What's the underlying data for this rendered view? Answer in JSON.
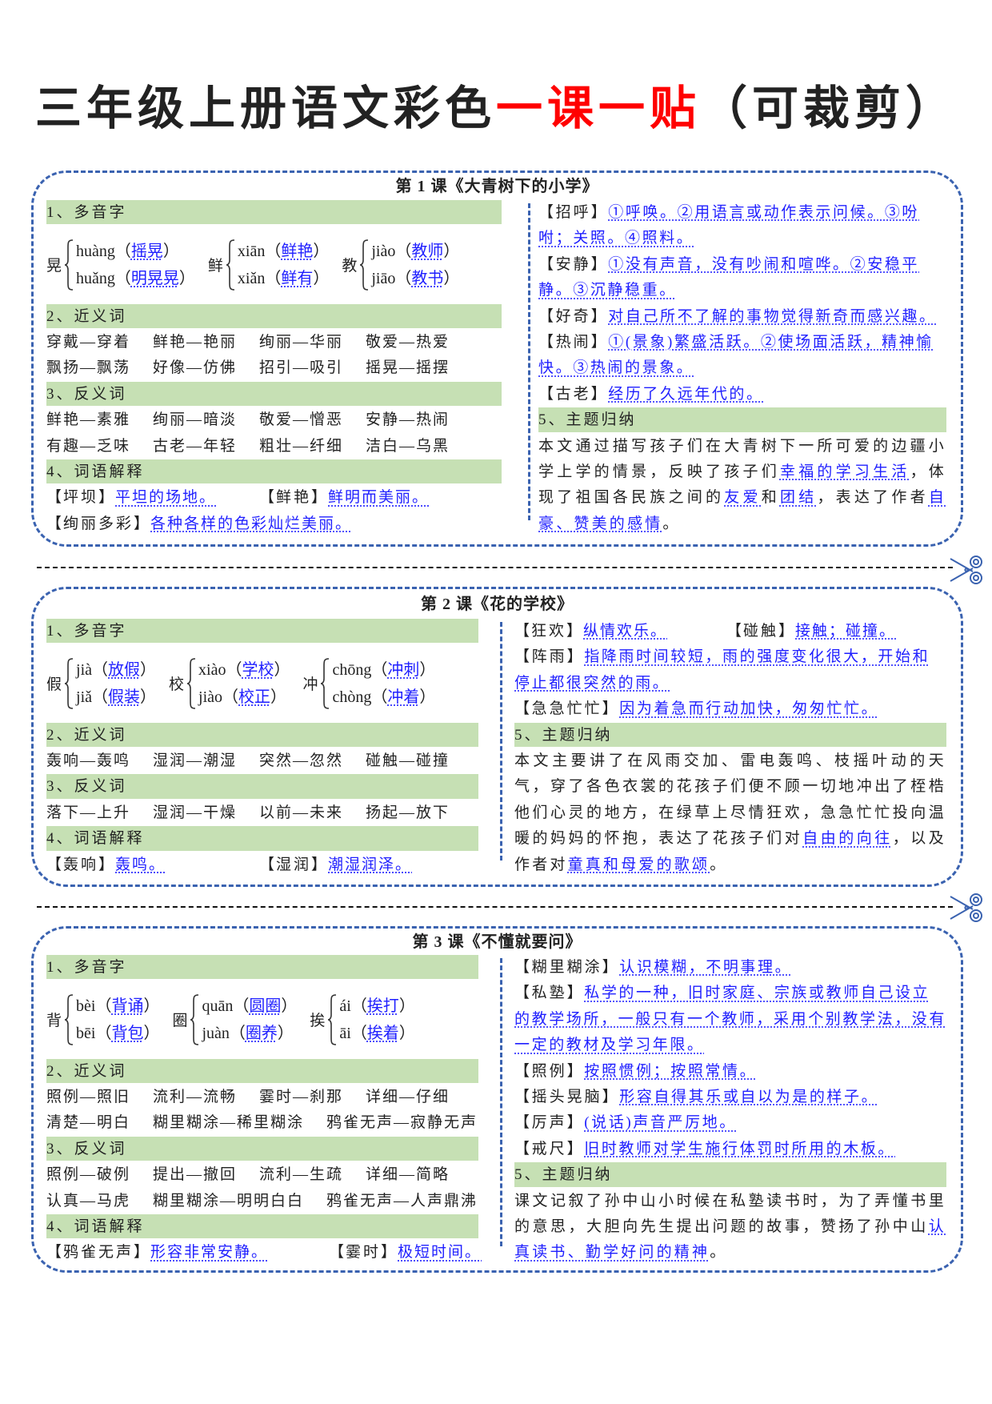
{
  "title": {
    "part1": "三年级上册语文彩色",
    "part2": "一课一贴",
    "part3": "（可裁剪）"
  },
  "colors": {
    "accent_red": "#ff0000",
    "border_blue": "#3a62b0",
    "header_green": "#c6e0b4",
    "answer_blue": "#1f1fff"
  },
  "section_labels": {
    "polyphone": "1、多音字",
    "synonyms": "2、近义词",
    "antonyms": "3、反义词",
    "definitions": "4、词语解释",
    "theme": "5、主题归纳"
  },
  "lessons": [
    {
      "title": "第 1 课《大青树下的小学》",
      "polyphones": [
        {
          "char": "晃",
          "readings": [
            {
              "pinyin": "huàng",
              "word": "摇晃"
            },
            {
              "pinyin": "huǎng",
              "word": "明晃晃"
            }
          ]
        },
        {
          "char": "鲜",
          "readings": [
            {
              "pinyin": "xiān",
              "word": "鲜艳"
            },
            {
              "pinyin": "xiǎn",
              "word": "鲜有"
            }
          ]
        },
        {
          "char": "教",
          "readings": [
            {
              "pinyin": "jiào",
              "word": "教师"
            },
            {
              "pinyin": "jiāo",
              "word": "教书"
            }
          ]
        }
      ],
      "synonyms": [
        [
          "穿戴—穿着",
          "鲜艳—艳丽",
          "绚丽—华丽",
          "敬爱—热爱"
        ],
        [
          "飘扬—飘荡",
          "好像—仿佛",
          "招引—吸引",
          "摇晃—摇摆"
        ]
      ],
      "antonyms": [
        [
          "鲜艳—素雅",
          "绚丽—暗淡",
          "敬爱—憎恶",
          "安静—热闹"
        ],
        [
          "有趣—乏味",
          "古老—年轻",
          "粗壮—纤细",
          "洁白—乌黑"
        ]
      ],
      "definitions_left": [
        [
          {
            "term": "坪坝",
            "meaning": "平坦的场地。"
          },
          {
            "term": "鲜艳",
            "meaning": "鲜明而美丽。"
          }
        ],
        [
          {
            "term": "绚丽多彩",
            "meaning": "各种各样的色彩灿烂美丽。"
          }
        ]
      ],
      "definitions_right": [
        [
          {
            "term": "招呼",
            "meaning": "①呼唤。②用语言或动作表示问候。③吩咐；关照。④照料。"
          }
        ],
        [
          {
            "term": "安静",
            "meaning": "①没有声音，没有吵闹和喧哗。②安稳平静。③沉静稳重。"
          }
        ],
        [
          {
            "term": "好奇",
            "meaning": "对自己所不了解的事物觉得新奇而感兴趣。"
          }
        ],
        [
          {
            "term": "热闹",
            "meaning": "①(景象)繁盛活跃。②使场面活跃，精神愉快。③热闹的景象。"
          }
        ],
        [
          {
            "term": "古老",
            "meaning": "经历了久远年代的。"
          }
        ]
      ],
      "theme": [
        {
          "text": "本文通过描写孩子们在大青树下一所可爱的边疆小学上学的情景，反映了孩子们",
          "hl": false
        },
        {
          "text": "幸福的学习生活",
          "hl": true
        },
        {
          "text": "，体现了祖国各民族之间的",
          "hl": false
        },
        {
          "text": "友爱",
          "hl": true
        },
        {
          "text": "和",
          "hl": false
        },
        {
          "text": "团结",
          "hl": true
        },
        {
          "text": "，表达了作者",
          "hl": false
        },
        {
          "text": "自豪、赞美的感情",
          "hl": true
        },
        {
          "text": "。",
          "hl": false
        }
      ]
    },
    {
      "title": "第 2 课《花的学校》",
      "polyphones": [
        {
          "char": "假",
          "readings": [
            {
              "pinyin": "jià",
              "word": "放假"
            },
            {
              "pinyin": "jiǎ",
              "word": "假装"
            }
          ]
        },
        {
          "char": "校",
          "readings": [
            {
              "pinyin": "xiào",
              "word": "学校"
            },
            {
              "pinyin": "jiào",
              "word": "校正"
            }
          ]
        },
        {
          "char": "冲",
          "readings": [
            {
              "pinyin": "chōng",
              "word": "冲刺"
            },
            {
              "pinyin": "chòng",
              "word": "冲着"
            }
          ]
        }
      ],
      "synonyms": [
        [
          "轰响—轰鸣",
          "湿润—潮湿",
          "突然—忽然",
          "碰触—碰撞"
        ]
      ],
      "antonyms": [
        [
          "落下—上升",
          "湿润—干燥",
          "以前—未来",
          "扬起—放下"
        ]
      ],
      "definitions_left": [
        [
          {
            "term": "轰响",
            "meaning": "轰鸣。"
          },
          {
            "term": "湿润",
            "meaning": "潮湿润泽。"
          }
        ]
      ],
      "definitions_right": [
        [
          {
            "term": "狂欢",
            "meaning": "纵情欢乐。"
          },
          {
            "term": "碰触",
            "meaning": "接触；碰撞。"
          }
        ],
        [
          {
            "term": "阵雨",
            "meaning": "指降雨时间较短，雨的强度变化很大，开始和停止都很突然的雨。"
          }
        ],
        [
          {
            "term": "急急忙忙",
            "meaning": "因为着急而行动加快，匆匆忙忙。"
          }
        ]
      ],
      "theme": [
        {
          "text": "本文主要讲了在风雨交加、雷电轰鸣、枝摇叶动的天气，穿了各色衣裳的花孩子们便不顾一切地冲出了桎梏他们心灵的地方，在绿草上尽情狂欢，急急忙忙投向温暖的妈妈的怀抱，表达了花孩子们对",
          "hl": false
        },
        {
          "text": "自由的向往",
          "hl": true
        },
        {
          "text": "，以及作者对",
          "hl": false
        },
        {
          "text": "童真和母爱的歌颂",
          "hl": true
        },
        {
          "text": "。",
          "hl": false
        }
      ]
    },
    {
      "title": "第 3 课《不懂就要问》",
      "polyphones": [
        {
          "char": "背",
          "readings": [
            {
              "pinyin": "bèi",
              "word": "背诵"
            },
            {
              "pinyin": "bēi",
              "word": "背包"
            }
          ]
        },
        {
          "char": "圈",
          "readings": [
            {
              "pinyin": "quān",
              "word": "圆圈"
            },
            {
              "pinyin": "juàn",
              "word": "圈养"
            }
          ]
        },
        {
          "char": "挨",
          "readings": [
            {
              "pinyin": "ái",
              "word": "挨打"
            },
            {
              "pinyin": "āi",
              "word": "挨着"
            }
          ]
        }
      ],
      "synonyms": [
        [
          "照例—照旧",
          "流利—流畅",
          "霎时—刹那",
          "详细—仔细"
        ],
        [
          "清楚—明白",
          "糊里糊涂—稀里糊涂",
          "鸦雀无声—寂静无声"
        ]
      ],
      "antonyms": [
        [
          "照例—破例",
          "提出—撤回",
          "流利—生疏",
          "详细—简略"
        ],
        [
          "认真—马虎",
          "糊里糊涂—明明白白",
          "鸦雀无声—人声鼎沸"
        ]
      ],
      "definitions_left": [
        [
          {
            "term": "鸦雀无声",
            "meaning": "形容非常安静。"
          },
          {
            "term": "霎时",
            "meaning": "极短时间。"
          }
        ]
      ],
      "definitions_right": [
        [
          {
            "term": "糊里糊涂",
            "meaning": "认识模糊，不明事理。"
          }
        ],
        [
          {
            "term": "私塾",
            "meaning": "私学的一种，旧时家庭、宗族或教师自己设立的教学场所，一般只有一个教师，采用个别教学法，没有一定的教材及学习年限。"
          }
        ],
        [
          {
            "term": "照例",
            "meaning": "按照惯例；按照常情。"
          }
        ],
        [
          {
            "term": "摇头晃脑",
            "meaning": "形容自得其乐或自以为是的样子。"
          }
        ],
        [
          {
            "term": "厉声",
            "meaning": "(说话)声音严厉地。"
          }
        ],
        [
          {
            "term": "戒尺",
            "meaning": "旧时教师对学生施行体罚时所用的木板。"
          }
        ]
      ],
      "theme": [
        {
          "text": "课文记叙了孙中山小时候在私塾读书时，为了弄懂书里的意思，大胆向先生提出问题的故事，赞扬了孙中山",
          "hl": false
        },
        {
          "text": "认真读书、勤学好问的精神",
          "hl": true
        },
        {
          "text": "。",
          "hl": false
        }
      ]
    }
  ]
}
